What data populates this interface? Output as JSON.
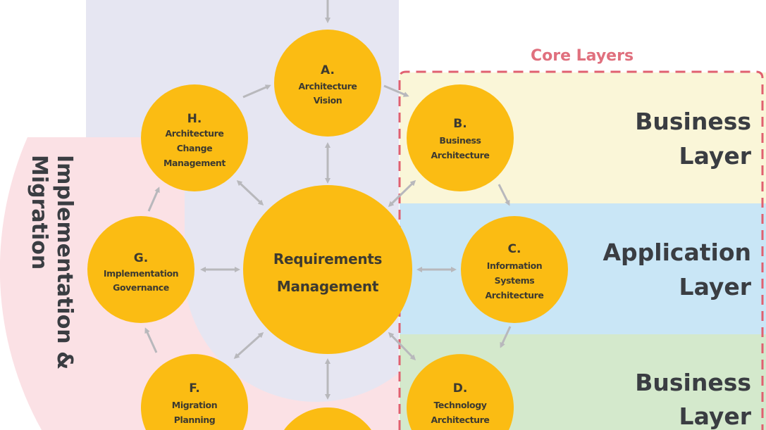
{
  "colors": {
    "phase_circle": "#fbbc13",
    "lavender_zone": "#e6e6f2",
    "pink_zone": "#fbe1e5",
    "business_band": "#faf6d8",
    "application_band": "#c9e6f6",
    "technology_band": "#d4e9cc",
    "core_border": "#e06070",
    "arrow": "#b8b8bc"
  },
  "core_layers": {
    "title": "Core Layers",
    "bands": [
      {
        "line1": "Business",
        "line2": "Layer"
      },
      {
        "line1": "Application",
        "line2": "Layer"
      },
      {
        "line1": "Business",
        "line2": "Layer"
      }
    ]
  },
  "side_label": {
    "line1": "Implementation &",
    "line2": "Migration"
  },
  "center": {
    "line1": "Requirements",
    "line2": "Management"
  },
  "phases": {
    "A": {
      "letter": "A.",
      "lines": [
        "Architecture",
        "Vision"
      ]
    },
    "B": {
      "letter": "B.",
      "lines": [
        "Business",
        "Architecture"
      ]
    },
    "C": {
      "letter": "C.",
      "lines": [
        "Information",
        "Systems",
        "Architecture"
      ]
    },
    "D": {
      "letter": "D.",
      "lines": [
        "Technology",
        "Architecture"
      ]
    },
    "F": {
      "letter": "F.",
      "lines": [
        "Migration",
        "Planning"
      ]
    },
    "G": {
      "letter": "G.",
      "lines": [
        "Implementation",
        "Governance"
      ]
    },
    "H": {
      "letter": "H.",
      "lines": [
        "Architecture",
        "Change",
        "Management"
      ]
    }
  }
}
